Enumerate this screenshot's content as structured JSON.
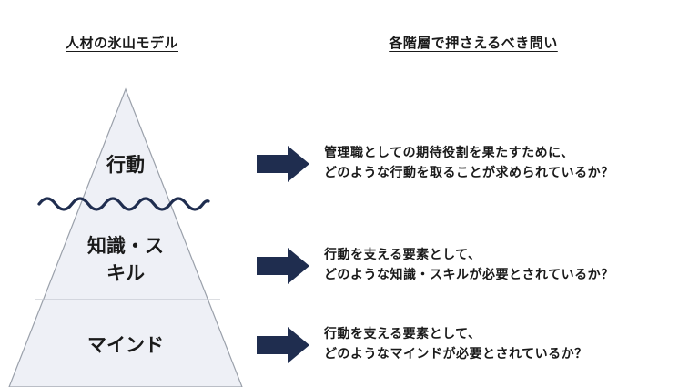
{
  "headings": {
    "left": "人材の氷山モデル",
    "right": "各階層で押さえるべき問い"
  },
  "layers": {
    "action": "行動",
    "skill": "知識・ス\nキル",
    "mind": "マインド"
  },
  "questions": {
    "action": "管理職としての期待役割を果たすために、\nどのような行動を取ることが求められているか？",
    "skill": "行動を支える要素として、\nどのような知識・スキルが必要とされているか？",
    "mind": "行動を支える要素として、\nどのようなマインドが必要とされているか？"
  },
  "colors": {
    "pyramid_fill": "#eef0f6",
    "pyramid_stroke": "#9aa0aa",
    "wave": "#1f2d4f",
    "arrow": "#1f2d4f"
  }
}
